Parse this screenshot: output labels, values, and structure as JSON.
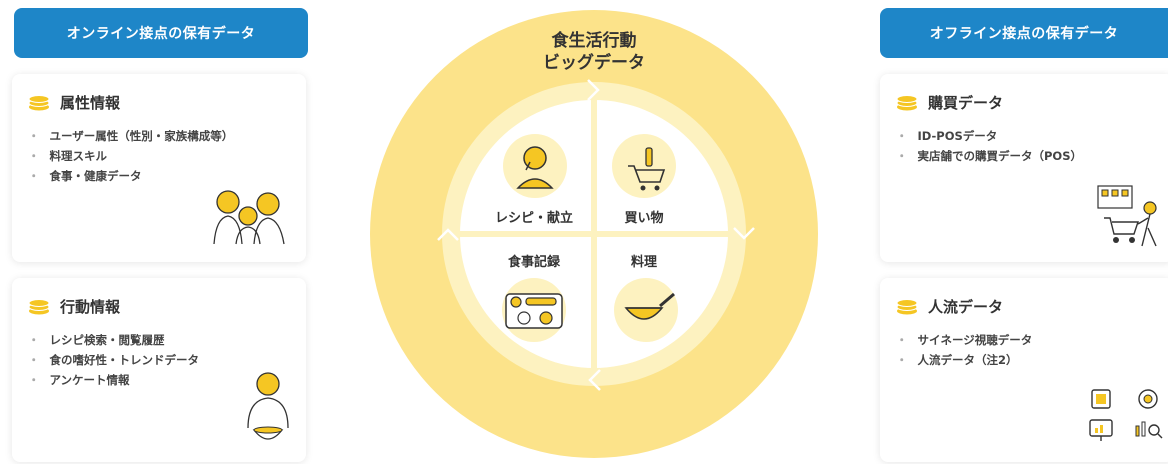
{
  "left_header": "オンライン接点の保有データ",
  "right_header": "オフライン接点の保有データ",
  "center": {
    "title_line1": "食生活行動",
    "title_line2": "ビッグデータ",
    "quadrants": {
      "recipe": "レシピ・献立",
      "shopping": "買い物",
      "meal_log": "食事記録",
      "cooking": "料理"
    }
  },
  "cards": {
    "attribute": {
      "title": "属性情報",
      "items": [
        "ユーザー属性（性別・家族構成等）",
        "料理スキル",
        "食事・健康データ"
      ]
    },
    "behavior": {
      "title": "行動情報",
      "items": [
        "レシピ検索・閲覧履歴",
        "食の嗜好性・トレンドデータ",
        "アンケート情報"
      ]
    },
    "purchase": {
      "title": "購買データ",
      "items": [
        "ID-POSデータ",
        "実店舗での購買データ（POS）"
      ]
    },
    "flow": {
      "title": "人流データ",
      "items": [
        "サイネージ視聴データ",
        "人流データ（注2）"
      ]
    }
  },
  "colors": {
    "header_blue": "#1e86c8",
    "outer_yellow": "#fce38a",
    "inner_yellow": "#fdf2c0",
    "accent_yellow": "#f5c623",
    "text": "#333333"
  },
  "icons": {
    "coin": "coin-stack-icon",
    "recipe": "person-thinking-icon",
    "shopping": "shopping-cart-icon",
    "meal_log": "food-tray-icon",
    "cooking": "frying-pan-icon"
  }
}
